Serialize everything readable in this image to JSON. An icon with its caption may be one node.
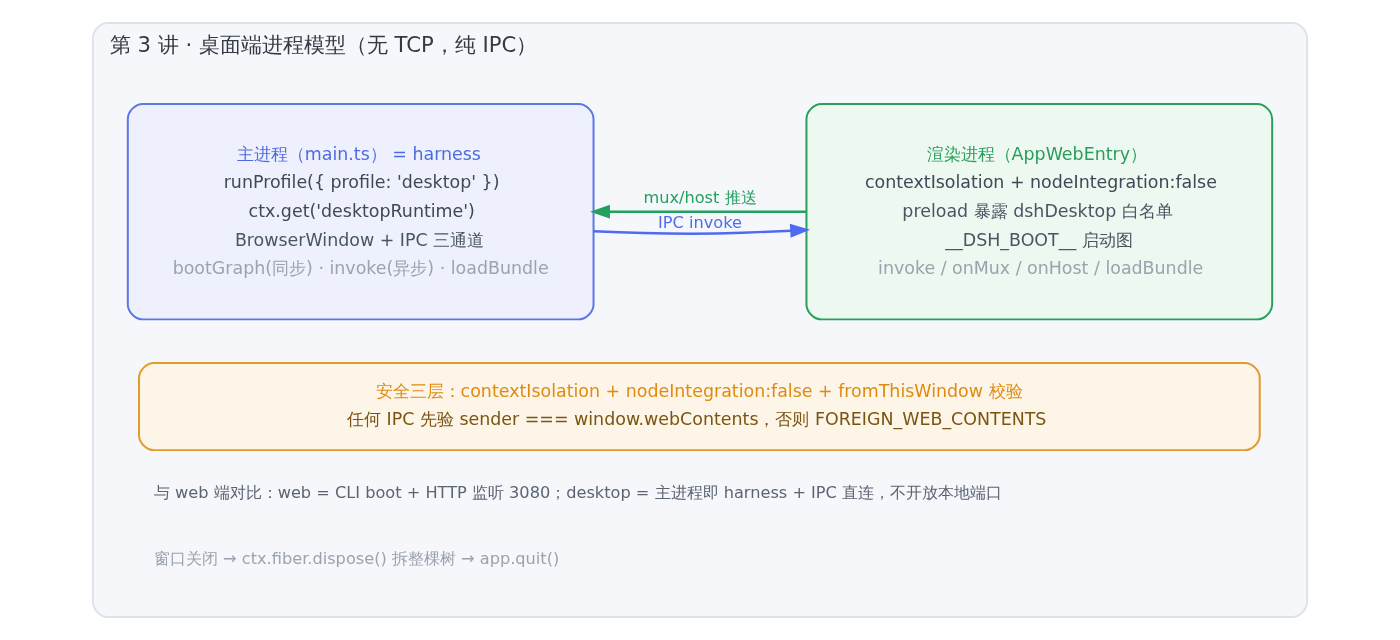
{
  "diagram": {
    "nodes": [
      {
        "text": [
          "第 3 讲 · 桌面端进程模型（无 TCP，纯 IPC）"
        ]
      },
      {
        "text": [
          "主进程（main.ts） = harness",
          "runProfile({ profile: 'desktop' })",
          "ctx.get('desktopRuntime')",
          "BrowserWindow + IPC 三通道",
          "bootGraph(同步) · invoke(异步) · loadBundle"
        ],
        "in": 0
      },
      {
        "text": [
          "渲染进程（AppWebEntry）",
          "contextIsolation + nodeIntegration:false",
          "preload 暴露 dshDesktop 白名单",
          "__DSH_BOOT__ 启动图",
          "invoke / onMux / onHost / loadBundle"
        ],
        "in": 0
      },
      {
        "text": [
          "安全三层：contextIsolation + nodeIntegration:false + fromThisWindow 校验",
          "任何 IPC 先验 sender === window.webContents，否则 FOREIGN_WEB_CONTENTS"
        ],
        "in": 0
      }
    ],
    "edges": [
      {
        "from": 1,
        "to": 2,
        "arrow": "to",
        "label": "IPC invoke",
        "color": "#4f6cf0"
      },
      {
        "from": 2,
        "to": 1,
        "arrow": "to",
        "label": "mux/host 推送",
        "color": "#22a060"
      }
    ],
    "labels": [
      "与 web 端对比：web = CLI boot + HTTP 监听 3080；desktop = 主进程即 harness + IPC 直连，不开放本地端口",
      "窗口关闭 → ctx.fiber.dispose() 拆整棵树 → app.quit()"
    ]
  }
}
